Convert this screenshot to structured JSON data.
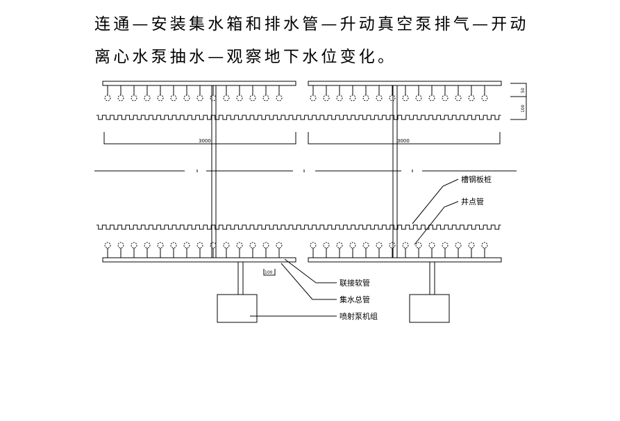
{
  "text": {
    "line1": "连通—安装集水箱和排水管—升动真空泵排气—开动",
    "line2": "离心水泵抽水—观察地下水位变化。"
  },
  "diagram": {
    "dim_span_left": "3000",
    "dim_span_right": "3000",
    "dim_50": "50",
    "dim_100_side": "100",
    "dim_100_bottom": "100",
    "labels": {
      "sheet_pile": "槽钢板桩",
      "well_point": "井点管",
      "hose": "联接软管",
      "header": "集水总管",
      "pump": "喷射泵机组"
    }
  }
}
